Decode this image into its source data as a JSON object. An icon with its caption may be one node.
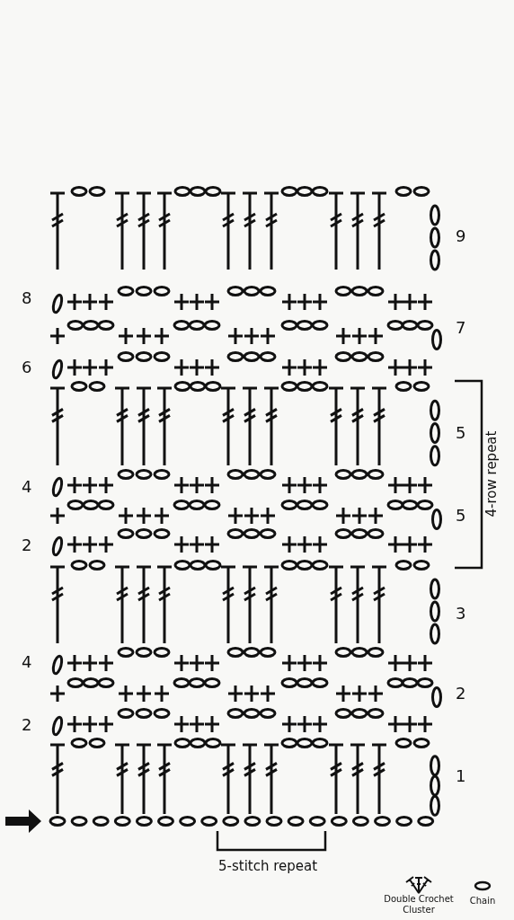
{
  "diagram": {
    "labels": [
      "9",
      "8",
      "7",
      "6",
      "5",
      "4-row repeat",
      "4",
      "5",
      "2",
      "3",
      "4",
      "2",
      "2",
      "1",
      "5-stitch repeat"
    ],
    "legend": [
      {
        "text": "Double Crochet Cluster"
      },
      {
        "text": "Chain"
      }
    ]
  }
}
